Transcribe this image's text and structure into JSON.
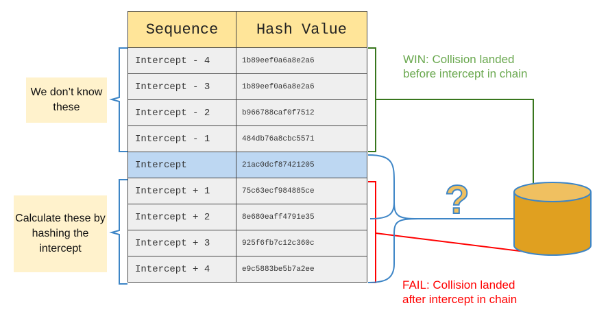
{
  "table": {
    "headers": {
      "sequence": "Sequence",
      "hash": "Hash Value"
    },
    "rows": [
      {
        "sequence": "Intercept - 4",
        "hash": "1b89eef0a6a8e2a6",
        "highlighted": false
      },
      {
        "sequence": "Intercept - 3",
        "hash": "1b89eef0a6a8e2a6",
        "highlighted": false
      },
      {
        "sequence": "Intercept - 2",
        "hash": "b966788caf0f7512",
        "highlighted": false
      },
      {
        "sequence": "Intercept - 1",
        "hash": "484db76a8cbc5571",
        "highlighted": false
      },
      {
        "sequence": "Intercept",
        "hash": "21ac0dcf87421205",
        "highlighted": true
      },
      {
        "sequence": "Intercept + 1",
        "hash": "75c63ecf984885ce",
        "highlighted": false
      },
      {
        "sequence": "Intercept + 2",
        "hash": "8e680eaff4791e35",
        "highlighted": false
      },
      {
        "sequence": "Intercept + 3",
        "hash": "925f6fb7c12c360c",
        "highlighted": false
      },
      {
        "sequence": "Intercept + 4",
        "hash": "e9c5883be5b7a2ee",
        "highlighted": false
      }
    ]
  },
  "notes": {
    "unknown": "We don’t know these",
    "calculate": "Calculate these by hashing the intercept"
  },
  "outcomes": {
    "win": {
      "line1": "WIN: Collision landed",
      "line2": "before intercept in chain",
      "color": "#6aa84f"
    },
    "fail": {
      "line1": "FAIL: Collision landed",
      "line2": "after intercept in chain",
      "color": "#ff0000"
    }
  },
  "question_mark": "?",
  "colors": {
    "header_fill": "#ffe599",
    "cell_fill": "#efefef",
    "highlight_fill": "#bdd7f2",
    "note_fill": "#fff2cc",
    "bracket_blue": "#3d85c6",
    "win_green": "#38761d",
    "fail_red": "#ff0000",
    "cylinder_fill": "#e0a020",
    "cylinder_top": "#f0c060",
    "question_fill": "#f0c060"
  }
}
